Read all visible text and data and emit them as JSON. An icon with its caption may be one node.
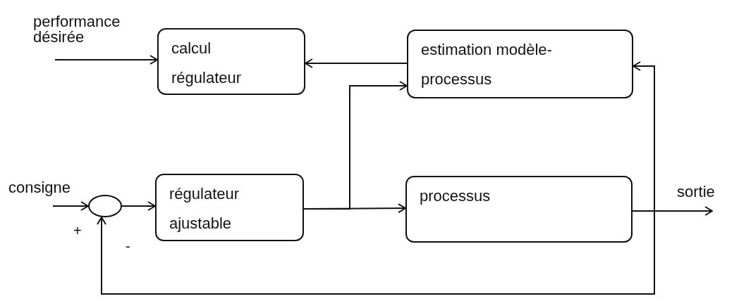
{
  "diagram": {
    "nodes": [
      {
        "text": [
          "performance désirée"
        ]
      },
      {
        "text": [
          "calcul régulateur"
        ]
      },
      {
        "text": [
          "estimation modèle-processus"
        ]
      },
      {
        "text": [
          "consigne"
        ]
      },
      {
        "text": [],
        "shape": "circle"
      },
      {
        "text": [
          "régulateur ajustable"
        ]
      },
      {
        "text": [
          "processus"
        ]
      },
      {
        "text": [
          "sortie"
        ]
      }
    ],
    "edges": [
      {
        "from": 0,
        "to": 1,
        "arrow": "to"
      },
      {
        "from": 2,
        "to": 1,
        "arrow": "to"
      },
      {
        "from": 5,
        "to": 2,
        "arrow": "to"
      },
      {
        "from": 3,
        "to": 4,
        "arrow": "to"
      },
      {
        "from": 4,
        "to": 5,
        "arrow": "to"
      },
      {
        "from": 5,
        "to": 6,
        "arrow": "to"
      },
      {
        "from": 6,
        "to": 7,
        "arrow": "to"
      },
      {
        "from": 6,
        "to": 2,
        "arrow": "to"
      },
      {
        "from": 6,
        "to": 4,
        "arrow": "to"
      }
    ],
    "labels": [
      "+",
      "-"
    ]
  }
}
